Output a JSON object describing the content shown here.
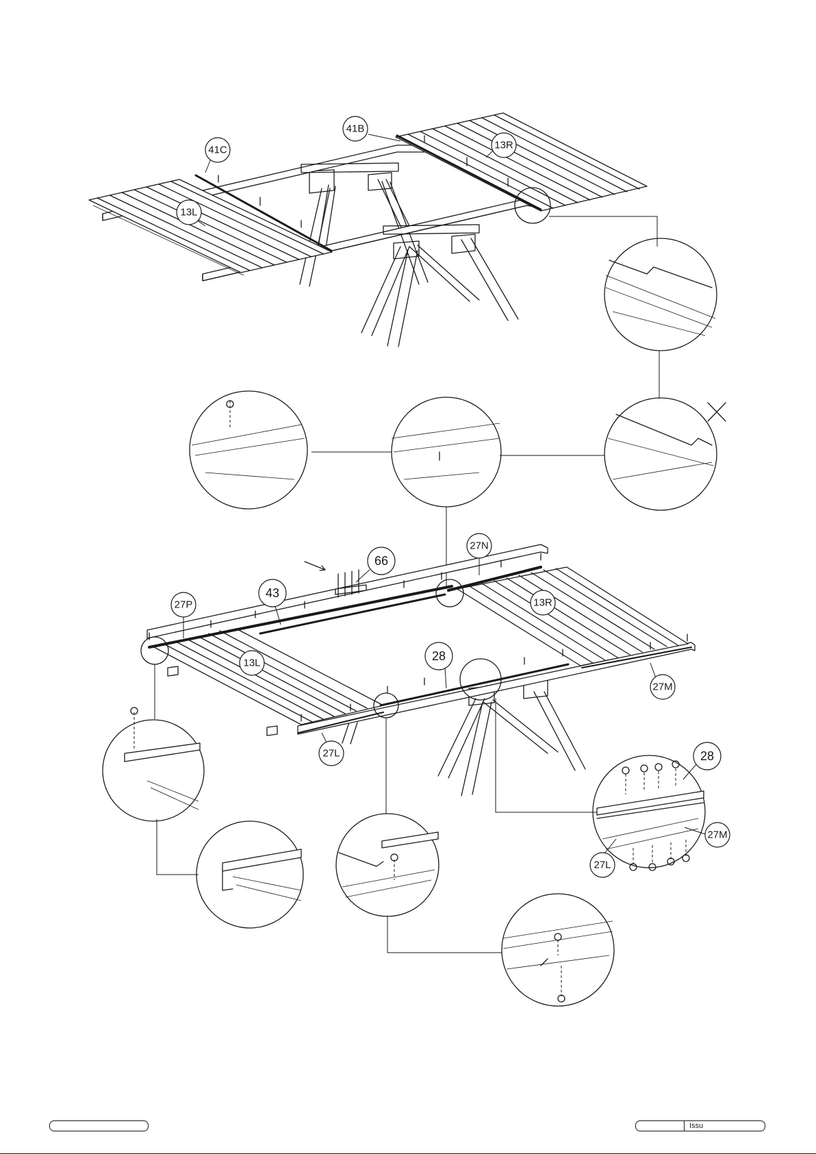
{
  "figure": {
    "callouts": {
      "c41B": "41B",
      "c41C": "41C",
      "c13R_top": "13R",
      "c13L_top": "13L",
      "c66": "66",
      "c27N": "27N",
      "c43": "43",
      "c27P": "27P",
      "c13R_bottom": "13R",
      "c13L_bottom": "13L",
      "c28": "28",
      "c27M": "27M",
      "c27L": "27L",
      "c28_detail": "28",
      "c27M_detail": "27M",
      "c27L_detail": "27L"
    }
  },
  "footer": {
    "left_box": "",
    "right_box_label": "Issu"
  }
}
